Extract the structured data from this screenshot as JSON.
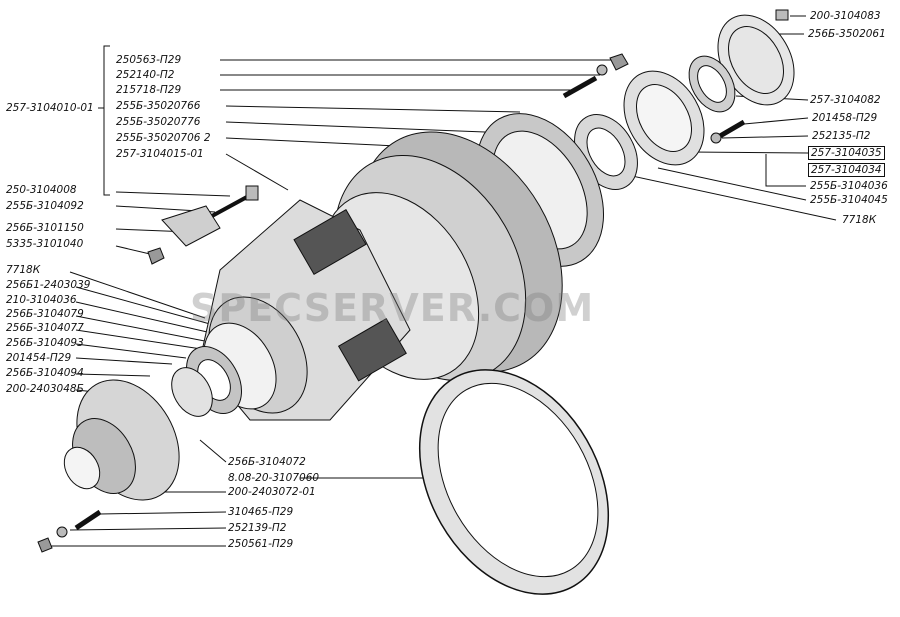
{
  "watermark": "SPECSERVER.COM",
  "group_label": "257-3104010-01",
  "labels": {
    "l01": "250563-П29",
    "l02": "252140-П2",
    "l03": "215718-П29",
    "l04": "255Б-35020766",
    "l05": "255Б-35020776",
    "l06": "255Б-35020706 2",
    "l07": "257-3104015-01",
    "l08": "250-3104008",
    "l09": "255Б-3104092",
    "l10": "256Б-3101150",
    "l11": "5335-3101040",
    "l12": "7718К",
    "l13": "256Б1-2403039",
    "l14": "210-3104036",
    "l15": "256Б-3104079",
    "l16": "256Б-3104077",
    "l17": "256Б-3104093",
    "l18": "201454-П29",
    "l19": "256Б-3104094",
    "l20": "200-2403048Б",
    "l21": "256Б-3104072",
    "l22": "8.08-20-3107060",
    "l23": "200-2403072-01",
    "l24": "310465-П29",
    "l25": "252139-П2",
    "l26": "250561-П29",
    "r01": "200-3104083",
    "r02": "256Б-3502061",
    "r03": "257-3104082",
    "r04": "201458-П29",
    "r05": "252135-П2",
    "r06": "257-3104035",
    "r07": "257-3104034",
    "r08": "255Б-3104036",
    "r09": "255Б-3104045",
    "r10": "7718К"
  }
}
